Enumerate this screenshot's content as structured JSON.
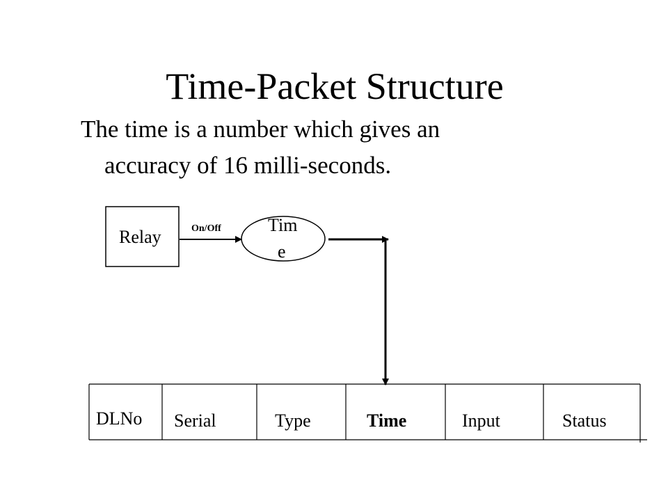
{
  "title": "Time-Packet Structure",
  "subtitle_line1": "The time is a number which gives an",
  "subtitle_line2": "accuracy of 16 milli-seconds.",
  "diagram": {
    "relay_label": "Relay",
    "edge_label": "On/Off",
    "time_node_line1": "Tim",
    "time_node_line2": "e"
  },
  "packet_fields": [
    "DLNo",
    "Serial",
    "Type",
    "Time",
    "Input",
    "Status"
  ],
  "highlighted_field": "Time"
}
